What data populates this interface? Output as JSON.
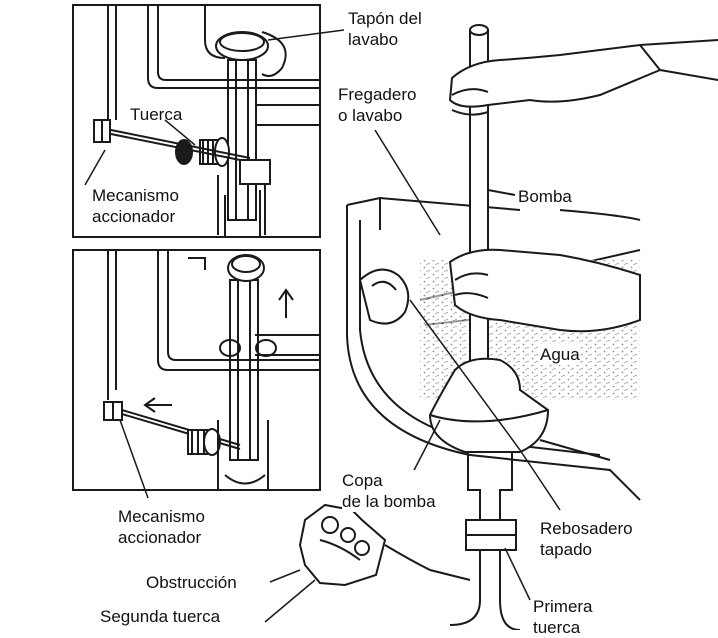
{
  "labels": {
    "tapon": [
      "Tapón del",
      "lavabo"
    ],
    "fregadero": [
      "Fregadero",
      "o lavabo"
    ],
    "tuerca": "Tuerca",
    "mecanismo_top": [
      "Mecanismo",
      "accionador"
    ],
    "bomba": "Bomba",
    "agua": "Agua",
    "mecanismo_bottom": [
      "Mecanismo",
      "accionador"
    ],
    "copa": [
      "Copa",
      "de la bomba"
    ],
    "rebosadero": [
      "Rebosadero",
      "tapado"
    ],
    "obstruccion": "Obstrucción",
    "segunda_tuerca": "Segunda tuerca",
    "primera_tuerca": [
      "Primera",
      "tuerca"
    ]
  },
  "colors": {
    "ink": "#1a1a1a",
    "paper": "#ffffff",
    "water": "#7a7a7a"
  }
}
